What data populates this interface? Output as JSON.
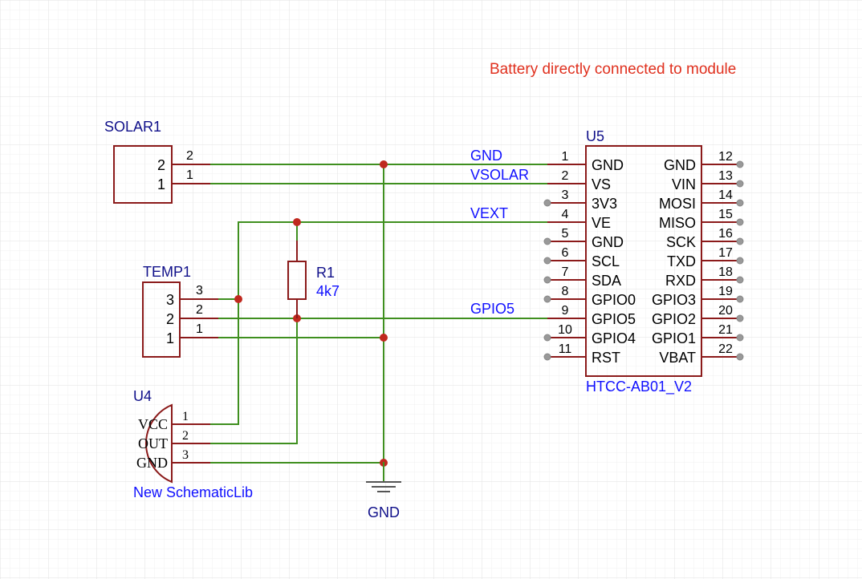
{
  "note": "Battery directly connected to module",
  "solar": {
    "ref": "SOLAR1",
    "pins": [
      "2",
      "1"
    ],
    "numbers": [
      "2",
      "1"
    ]
  },
  "temp": {
    "ref": "TEMP1",
    "pins": [
      "3",
      "2",
      "1"
    ],
    "numbers": [
      "3",
      "2",
      "1"
    ]
  },
  "resistor": {
    "ref": "R1",
    "value": "4k7"
  },
  "sensor": {
    "ref": "U4",
    "lib": "New SchematicLib",
    "pins": [
      "VCC",
      "OUT",
      "GND"
    ],
    "numbers": [
      "1",
      "2",
      "3"
    ]
  },
  "module": {
    "ref": "U5",
    "part": "HTCC-AB01_V2",
    "left": [
      {
        "num": "1",
        "name": "GND"
      },
      {
        "num": "2",
        "name": "VS"
      },
      {
        "num": "3",
        "name": "3V3"
      },
      {
        "num": "4",
        "name": "VE"
      },
      {
        "num": "5",
        "name": "GND"
      },
      {
        "num": "6",
        "name": "SCL"
      },
      {
        "num": "7",
        "name": "SDA"
      },
      {
        "num": "8",
        "name": "GPIO0"
      },
      {
        "num": "9",
        "name": "GPIO5"
      },
      {
        "num": "10",
        "name": "GPIO4"
      },
      {
        "num": "11",
        "name": "RST"
      }
    ],
    "right": [
      {
        "num": "12",
        "name": "GND"
      },
      {
        "num": "13",
        "name": "VIN"
      },
      {
        "num": "14",
        "name": "MOSI"
      },
      {
        "num": "15",
        "name": "MISO"
      },
      {
        "num": "16",
        "name": "SCK"
      },
      {
        "num": "17",
        "name": "TXD"
      },
      {
        "num": "18",
        "name": "RXD"
      },
      {
        "num": "19",
        "name": "GPIO3"
      },
      {
        "num": "20",
        "name": "GPIO2"
      },
      {
        "num": "21",
        "name": "GPIO1"
      },
      {
        "num": "22",
        "name": "VBAT"
      }
    ]
  },
  "nets": {
    "gnd": "GND",
    "vsolar": "VSOLAR",
    "vext": "VEXT",
    "gpio5": "GPIO5",
    "gnd_symbol": "GND"
  }
}
